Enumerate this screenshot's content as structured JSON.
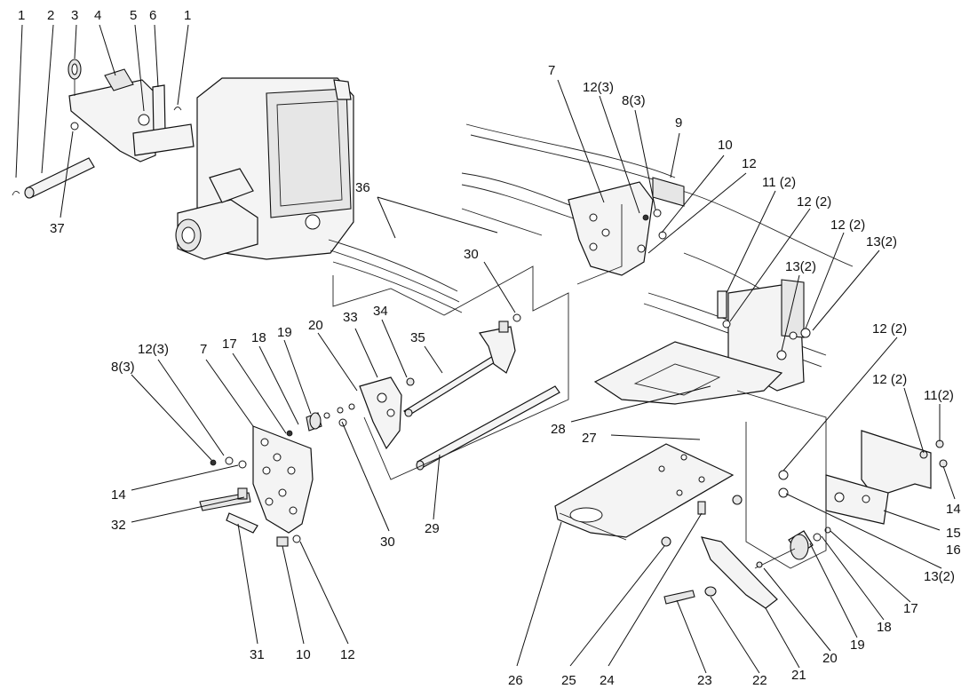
{
  "callouts": [
    "1",
    "2",
    "3",
    "4",
    "5",
    "6",
    "1",
    "37",
    "7",
    "12(3)",
    "8(3)",
    "9",
    "10",
    "12",
    "11 (2)",
    "12 (2)",
    "12 (2)",
    "13(2)",
    "13(2)",
    "36",
    "30",
    "12(3)",
    "8(3)",
    "7",
    "17",
    "18",
    "19",
    "20",
    "33",
    "34",
    "35",
    "14",
    "32",
    "31",
    "10",
    "12",
    "30",
    "29",
    "28",
    "27",
    "12 (2)",
    "12 (2)",
    "11(2)",
    "14",
    "15",
    "16",
    "13(2)",
    "17",
    "18",
    "19",
    "20",
    "21",
    "22",
    "23",
    "24",
    "25",
    "26"
  ]
}
